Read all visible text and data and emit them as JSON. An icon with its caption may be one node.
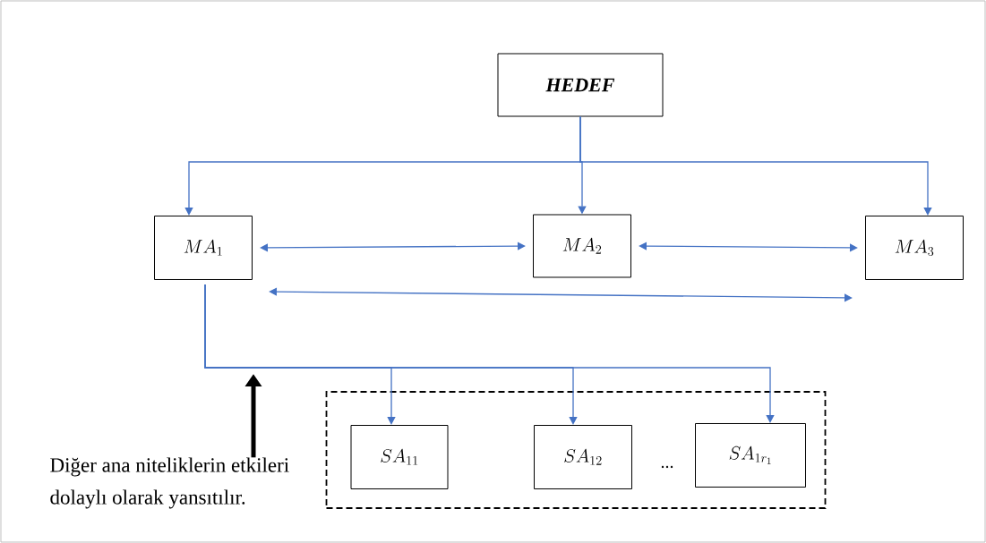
{
  "diagram": {
    "nodes": [
      {
        "text": [
          "HEDEF"
        ]
      },
      {
        "text": [
          "MA_{1}"
        ]
      },
      {
        "text": [
          "MA_{2}"
        ]
      },
      {
        "text": [
          "MA_{3}"
        ]
      },
      {
        "text": [],
        "shape": "box"
      },
      {
        "text": [
          "SA_{11}"
        ],
        "in": 4
      },
      {
        "text": [
          "SA_{12}"
        ],
        "in": 4
      },
      {
        "text": [
          "SA_{1r_{1}}"
        ],
        "in": 4
      },
      {
        "text": [
          "Diğer ana niteliklerin etkileri dolaylı olarak yansıtılır."
        ]
      }
    ],
    "edges": [
      {
        "from": 0,
        "to": 1,
        "arrow": "to"
      },
      {
        "from": 0,
        "to": 2,
        "arrow": "to"
      },
      {
        "from": 0,
        "to": 3,
        "arrow": "to"
      },
      {
        "from": 1,
        "to": 2,
        "arrow": "both"
      },
      {
        "from": 2,
        "to": 3,
        "arrow": "both"
      },
      {
        "from": 1,
        "to": 3,
        "arrow": "both"
      },
      {
        "from": 1,
        "to": 5,
        "arrow": "to"
      },
      {
        "from": 1,
        "to": 6,
        "arrow": "to"
      },
      {
        "from": 1,
        "to": 7,
        "arrow": "to"
      },
      {
        "from": 8,
        "to": null,
        "arrow": "to",
        "style": "thick",
        "color": "#000000"
      }
    ],
    "labels": [
      "..."
    ]
  }
}
